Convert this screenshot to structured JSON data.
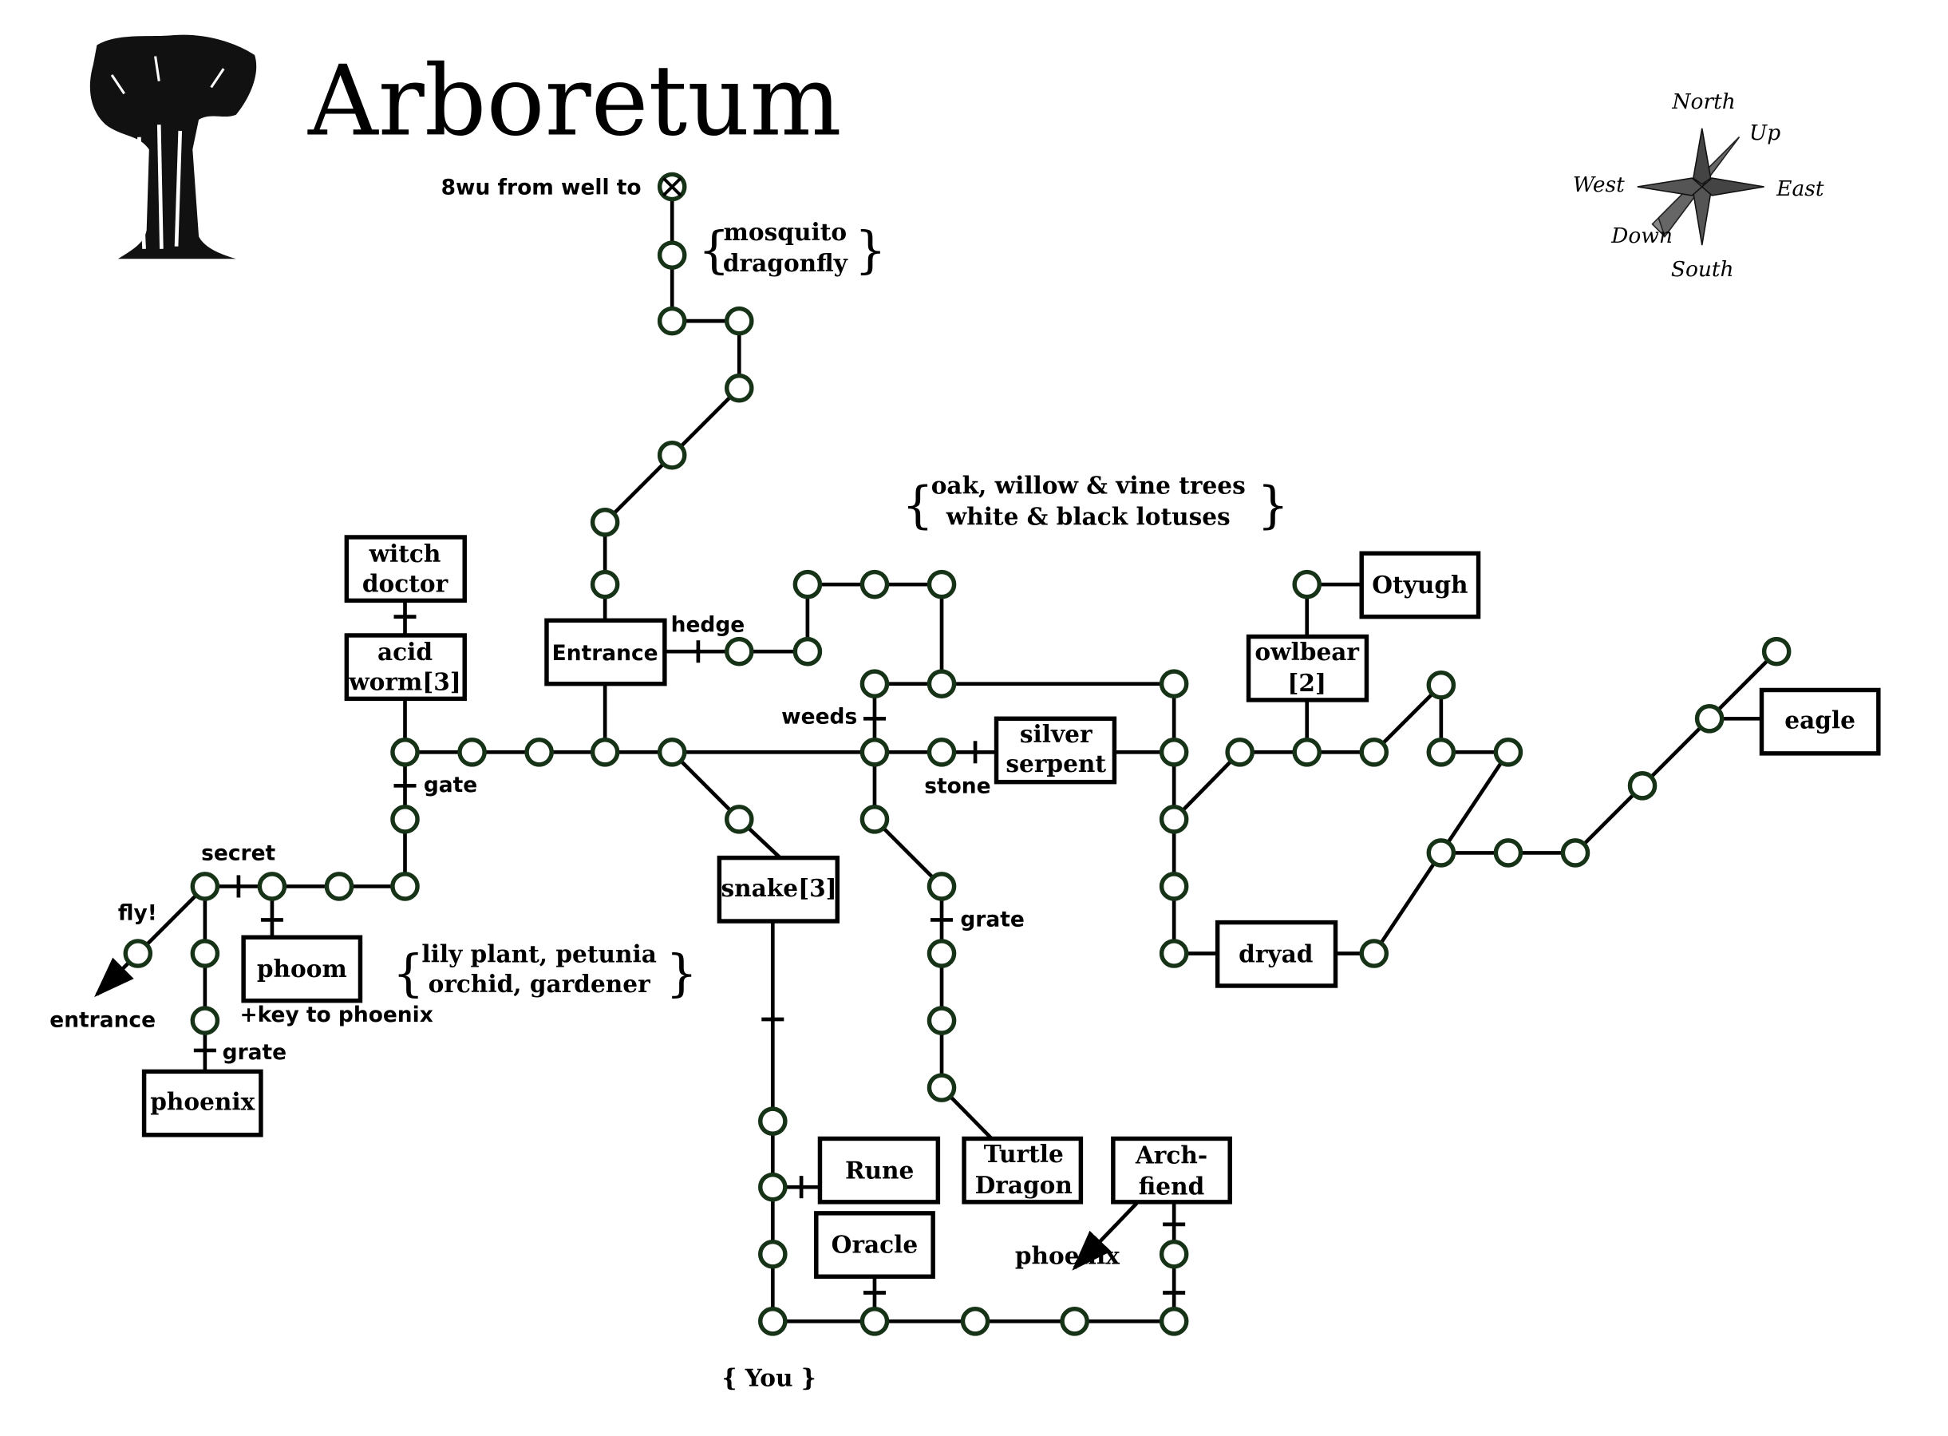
{
  "title": "Arboretum",
  "colors": {
    "node_stroke": "#173317",
    "line": "#000000",
    "background": "#ffffff"
  },
  "illustration": {
    "icon": "tree-illustration-icon"
  },
  "compass": {
    "north": "North",
    "south": "South",
    "east": "East",
    "west": "West",
    "up": "Up",
    "down": "Down"
  },
  "labels": {
    "well": "8wu from well to",
    "hedge": "hedge",
    "weeds": "weeds",
    "stone": "stone",
    "gate_left": "gate",
    "secret": "secret",
    "fly": "fly!",
    "entrance_exit": "entrance",
    "key_to_phoenix": "+key to phoenix",
    "grate_left": "grate",
    "grate_mid": "grate",
    "phoenix_exit": "phoenix",
    "you": "{ You }"
  },
  "notes": {
    "insects": [
      "mosquito",
      "dragonfly"
    ],
    "trees": [
      "oak, willow & vine trees",
      "white & black lotuses"
    ],
    "flowers": [
      "lily plant, petunia",
      "orchid, gardener"
    ]
  },
  "rooms": {
    "witch_doctor": [
      "witch",
      "doctor"
    ],
    "acid_worm": [
      "acid",
      "worm[3]"
    ],
    "entrance": "Entrance",
    "silver_serpent": [
      "silver",
      "serpent"
    ],
    "otyugh": "Otyugh",
    "owlbear": [
      "owlbear",
      "[2]"
    ],
    "eagle": "eagle",
    "dryad": "dryad",
    "phoom": "phoom",
    "phoenix": "phoenix",
    "snake": "snake[3]",
    "rune": "Rune",
    "oracle": "Oracle",
    "turtle_dragon": [
      "Turtle",
      "Dragon"
    ],
    "archfiend": [
      "Arch-",
      "fiend"
    ]
  }
}
